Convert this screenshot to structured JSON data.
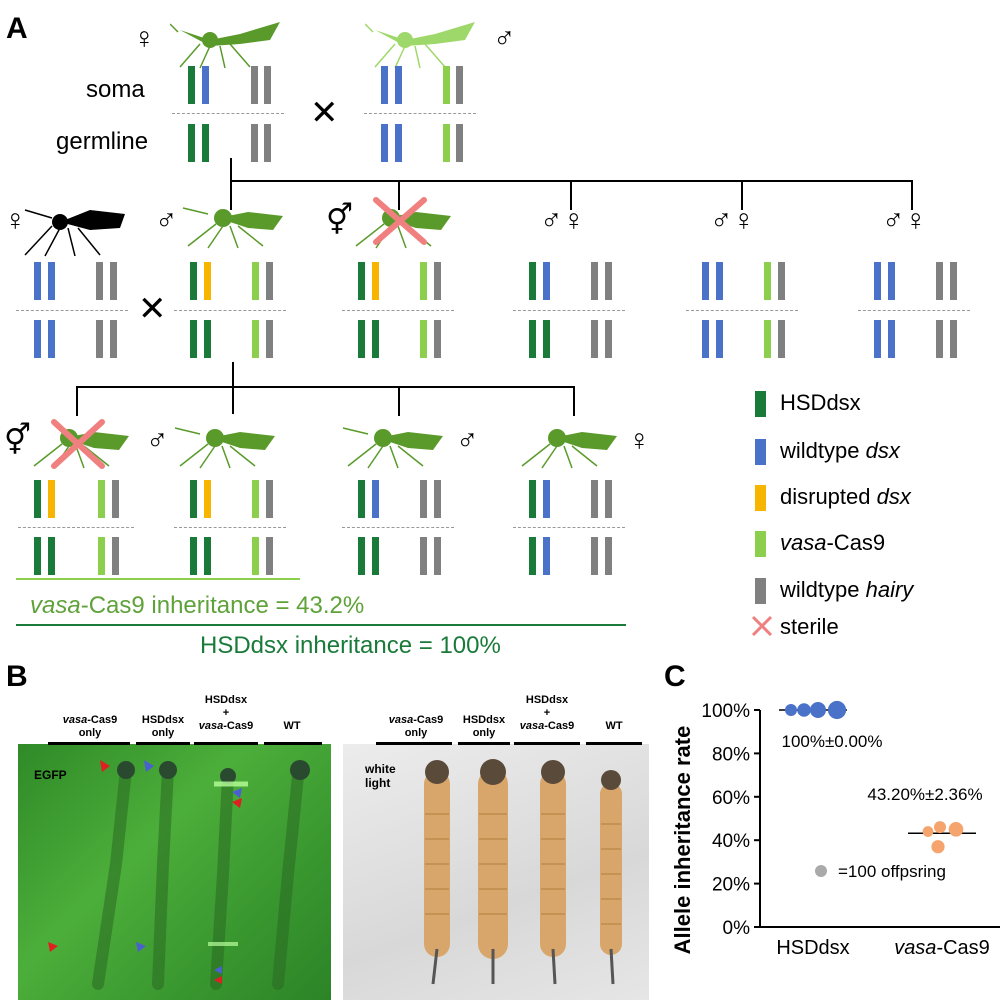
{
  "panels": {
    "a": "A",
    "b": "B",
    "c": "C"
  },
  "symbols": {
    "female": "♀",
    "male": "♂",
    "cross": "✕"
  },
  "row_labels": {
    "soma": "soma",
    "germline": "germline"
  },
  "colors": {
    "hsddsx": "#1a7a3a",
    "wildtype_dsx": "#4a72c8",
    "disrupted_dsx": "#f7b500",
    "vasa_cas9": "#8ccf4d",
    "wildtype_hairy": "#808080",
    "sterile": "#f08080",
    "mosquito_green": "#5a9a2a",
    "mosquito_light": "#9fd86a",
    "photo_green": "#3fa02f",
    "orange_dot": "#f4a46c",
    "blue_dot": "#4a72c8"
  },
  "legend": [
    {
      "key": "hsddsx",
      "label_pre": "HSDdsx",
      "label_it": "",
      "label_post": ""
    },
    {
      "key": "wildtype_dsx",
      "label_pre": "wildtype ",
      "label_it": "dsx",
      "label_post": ""
    },
    {
      "key": "disrupted_dsx",
      "label_pre": "disrupted ",
      "label_it": "dsx",
      "label_post": ""
    },
    {
      "key": "vasa_cas9",
      "label_pre": "",
      "label_it": "vasa",
      "label_post": "-Cas9"
    },
    {
      "key": "wildtype_hairy",
      "label_pre": "wildtype ",
      "label_it": "hairy",
      "label_post": ""
    },
    {
      "key": "sterile",
      "label_pre": "sterile",
      "label_it": "",
      "label_post": ""
    }
  ],
  "inheritance": {
    "vasa_it": "vasa",
    "vasa_rest": "-Cas9 inheritance = 43.2%",
    "hsddsx": "HSDdsx inheritance = 100%"
  },
  "panel_b": {
    "groups": [
      {
        "line1_it": "vasa",
        "line1_rest": "-Cas9",
        "line2": "only"
      },
      {
        "line1_it": "",
        "line1_rest": "HSDdsx",
        "line2": "only"
      },
      {
        "line1_it": "",
        "line1_rest": "HSDdsx",
        "line2": "+",
        "line3_it": "vasa",
        "line3_rest": "-Cas9"
      },
      {
        "line1_it": "",
        "line1_rest": "WT",
        "line2": ""
      }
    ],
    "egfp_label": "EGFP",
    "white_label_1": "white",
    "white_label_2": "light"
  },
  "chart_data": {
    "type": "scatter",
    "ylabel": "Allele inheritance rate",
    "categories": [
      "HSDdsx",
      "vasa-Cas9"
    ],
    "category_labels": [
      {
        "it": "",
        "rest": "HSDdsx"
      },
      {
        "it": "vasa",
        "rest": "-Cas9"
      }
    ],
    "ylim": [
      0,
      100
    ],
    "yticks": [
      "0%",
      "20%",
      "40%",
      "60%",
      "80%",
      "100%"
    ],
    "series": [
      {
        "category": "HSDdsx",
        "mean": 100,
        "annotation": "100%±0.00%",
        "points": [
          {
            "y": 100,
            "n": 100
          },
          {
            "y": 100,
            "n": 130
          },
          {
            "y": 100,
            "n": 180
          },
          {
            "y": 100,
            "n": 230
          }
        ]
      },
      {
        "category": "vasa-Cas9",
        "mean": 43.2,
        "annotation": "43.20%±2.36%",
        "points": [
          {
            "y": 44,
            "n": 80
          },
          {
            "y": 46,
            "n": 100
          },
          {
            "y": 37,
            "n": 120
          },
          {
            "y": 45,
            "n": 150
          }
        ]
      }
    ],
    "size_legend": "=100 offpsring"
  }
}
